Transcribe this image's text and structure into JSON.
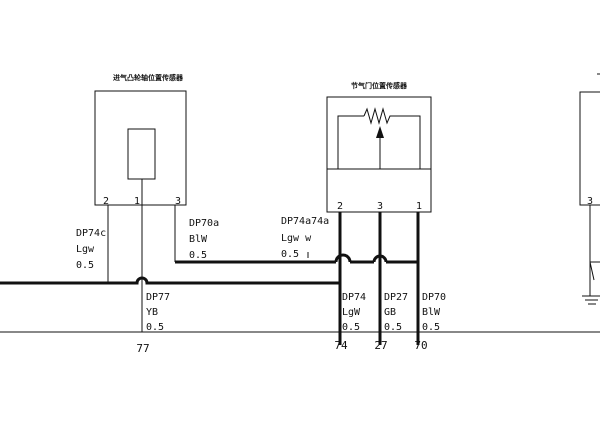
{
  "components": {
    "camshaft_sensor": {
      "title": "进气凸轮轴位置传感器",
      "pins": [
        "2",
        "1",
        "3"
      ]
    },
    "throttle_sensor": {
      "title": "节气门位置传感器",
      "pins": [
        "2",
        "3",
        "1"
      ]
    }
  },
  "wires": {
    "dp74c": {
      "code": "DP74c",
      "color": "Lgw",
      "gauge": "0.5"
    },
    "dp70a": {
      "code": "DP70a",
      "color": "BlW",
      "gauge": "0.5"
    },
    "dp74a": {
      "code": "DP74a74a",
      "color": "Lgw w",
      "gauge": "0.5"
    },
    "dp77": {
      "code": "DP77",
      "color": "YB",
      "gauge": "0.5"
    },
    "dp74": {
      "code": "DP74",
      "color": "LgW",
      "gauge": "0.5"
    },
    "dp27": {
      "code": "DP27",
      "color": "GB",
      "gauge": "0.5"
    },
    "dp70": {
      "code": "DP70",
      "color": "BlW",
      "gauge": "0.5"
    }
  },
  "connector_pins": [
    "77",
    "74",
    "27",
    "70"
  ],
  "right_edge": {
    "pin": "3"
  }
}
